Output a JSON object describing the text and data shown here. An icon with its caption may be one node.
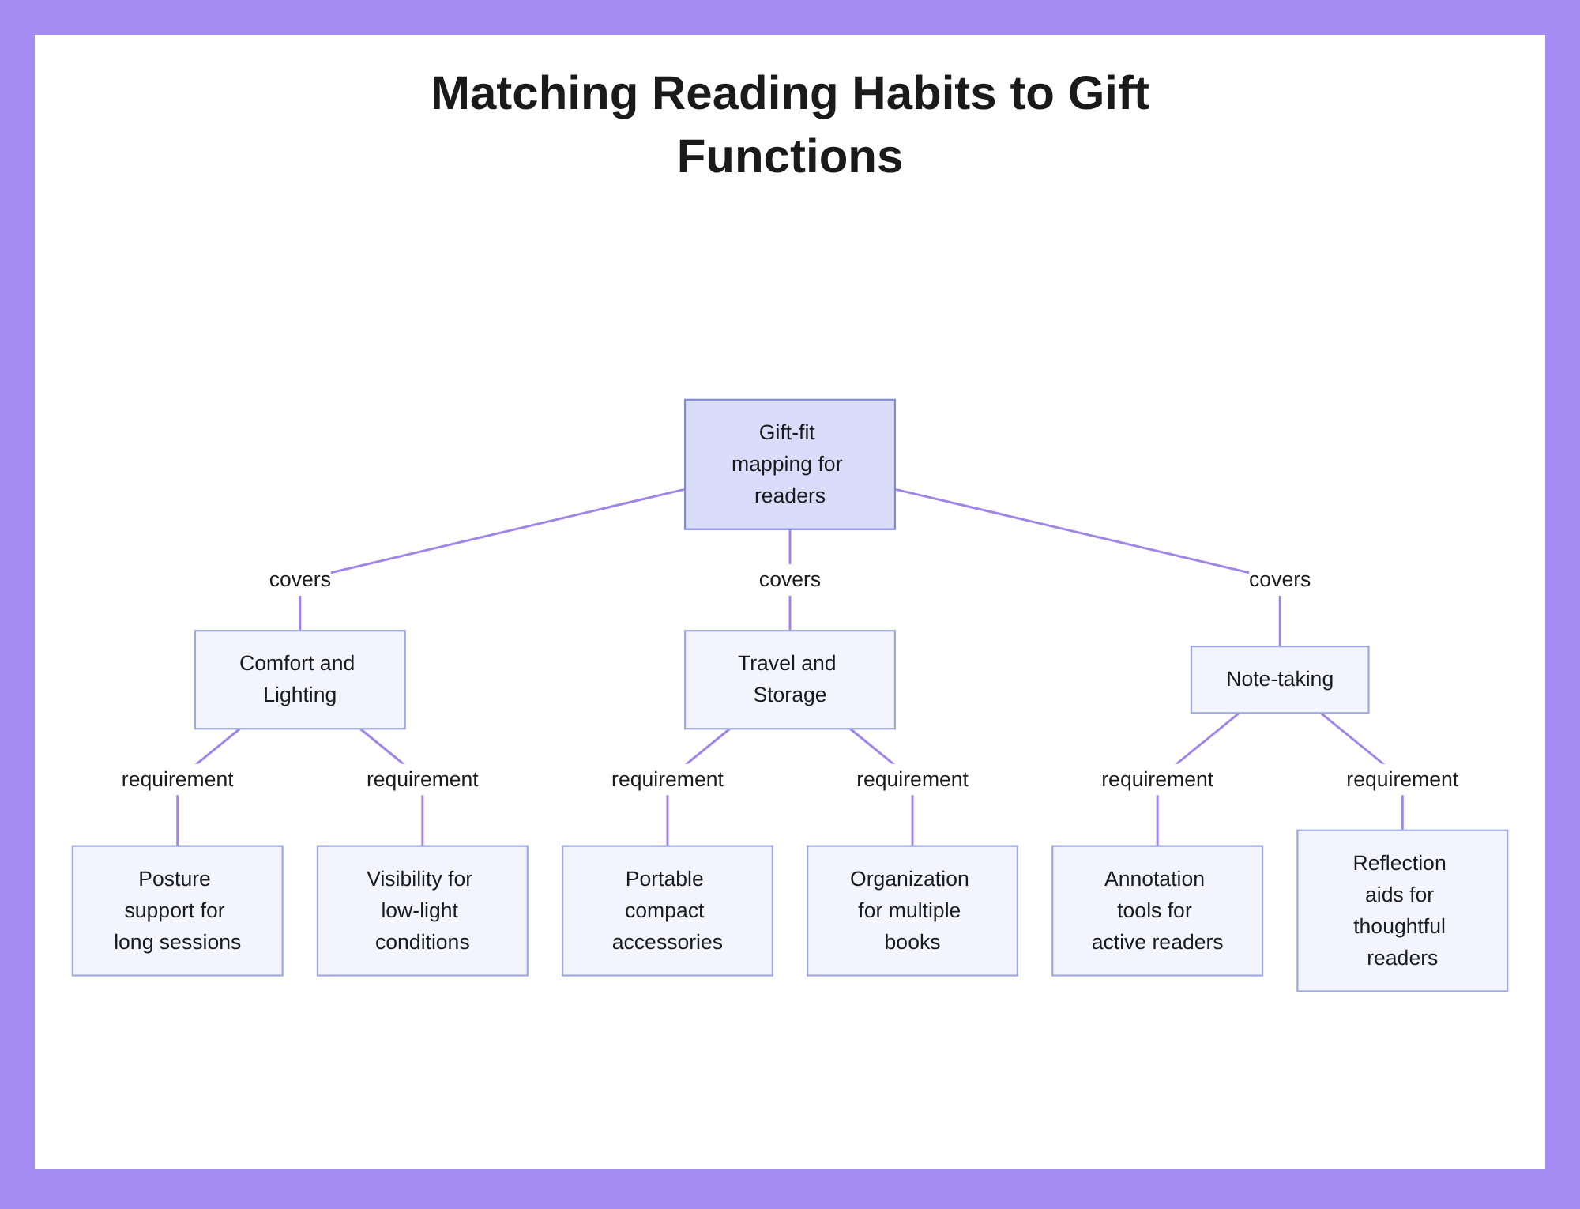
{
  "diagram": {
    "title": "Matching Reading Habits to Gift Functions",
    "nodes": [
      {
        "text": [
          "Gift-fit mapping for readers"
        ]
      },
      {
        "text": [
          "Comfort and Lighting"
        ]
      },
      {
        "text": [
          "Travel and Storage"
        ]
      },
      {
        "text": [
          "Note-taking"
        ]
      },
      {
        "text": [
          "Posture support for long sessions"
        ]
      },
      {
        "text": [
          "Visibility for low-light conditions"
        ]
      },
      {
        "text": [
          "Portable compact accessories"
        ]
      },
      {
        "text": [
          "Organization for multiple books"
        ]
      },
      {
        "text": [
          "Annotation tools for active readers"
        ]
      },
      {
        "text": [
          "Reflection aids for thoughtful readers"
        ]
      }
    ],
    "edges": [
      {
        "from": 0,
        "to": 1,
        "label": "covers",
        "arrow": "none"
      },
      {
        "from": 0,
        "to": 2,
        "label": "covers",
        "arrow": "none"
      },
      {
        "from": 0,
        "to": 3,
        "label": "covers",
        "arrow": "none"
      },
      {
        "from": 1,
        "to": 4,
        "label": "requirement",
        "arrow": "none"
      },
      {
        "from": 1,
        "to": 5,
        "label": "requirement",
        "arrow": "none"
      },
      {
        "from": 2,
        "to": 6,
        "label": "requirement",
        "arrow": "none"
      },
      {
        "from": 2,
        "to": 7,
        "label": "requirement",
        "arrow": "none"
      },
      {
        "from": 3,
        "to": 8,
        "label": "requirement",
        "arrow": "none"
      },
      {
        "from": 3,
        "to": 9,
        "label": "requirement",
        "arrow": "none"
      }
    ]
  }
}
